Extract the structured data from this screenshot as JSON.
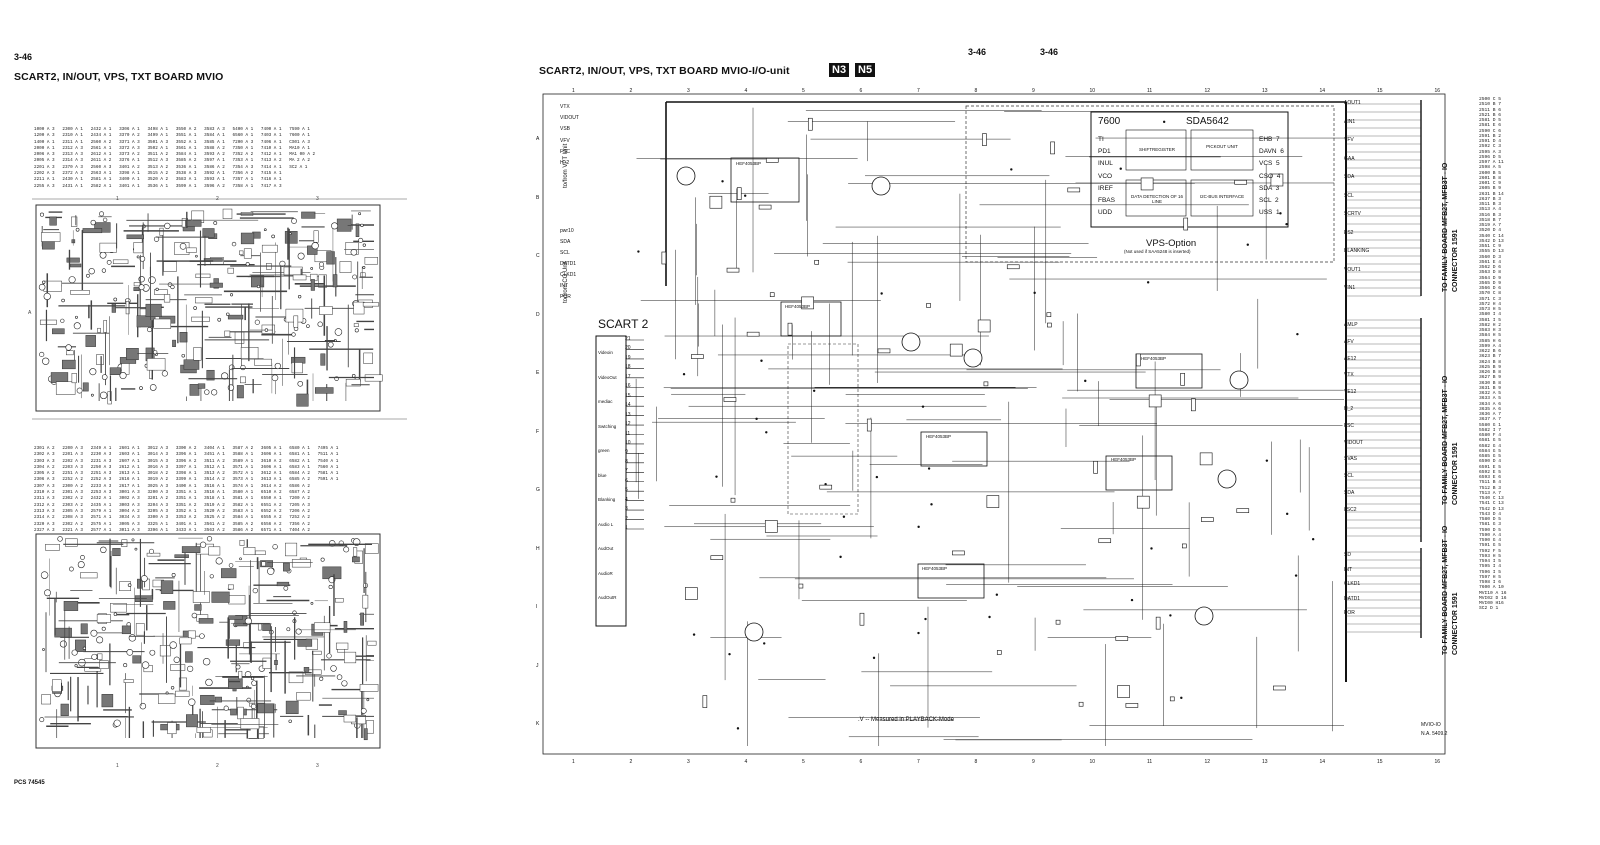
{
  "left_page": {
    "page_no": "3-46",
    "title": "SCART2, IN/OUT, VPS, TXT BOARD   MVIO",
    "footer": "PCS 74545",
    "index_top": [
      "1000 A 3   2300 A 1   2432 A 1   3306 A 1   3498 A 1   3550 A 2   3583 A 3   5400 A 1   7400 A 1   7590 A 1",
      "1200 A 3   2310 A 1   2434 A 1   3370 A 2   3499 A 1   3551 A 1   3584 A 1   6560 A 1   7403 A 1   7600 A 1",
      "1400 A 1   2311 A 1   2560 A 2   3371 A 3   3501 A 3   3552 A 1   3585 A 1   7200 A 3   7406 A 1   CS01 A 3",
      "2000 A 1   2312 A 3   2561 A 1   3372 A 3   3502 A 1   3561 A 1   3588 A 2   7350 A 1   7410 A 1   MA10 A 1",
      "2006 A 3   2313 A 3   2612 A 1   3373 A 2   3511 A 2   3584 A 1   3593 A 2   7352 A 2   7412 A 1   MA1 00 A 2",
      "2005 A 3   2314 A 3   2611 A 2   3376 A 1   3512 A 3   3585 A 2   3597 A 1   7353 A 1   7413 A 2   MA 2 A 2",
      "2201 A 3   2370 A 3   2560 A 3   3401 A 2   3513 A 2   3536 A 1   3586 A 2   7354 A 3   7414 A 1   SC2 A 1",
      "2202 A 3   2372 A 3   2563 A 1   3398 A 1   3515 A 2   3538 A 3   3592 A 1   7356 A 2   7415 A 1",
      "2211 A 1   2430 A 1   2581 A 1   3400 A 1   3520 A 2   3583 A 1   3593 A 1   7357 A 1   7416 A 1",
      "2255 A 3   2431 A 1   2582 A 1   3401 A 1   3536 A 1   3599 A 1   3596 A 2   7358 A 1   7417 A 3"
    ],
    "index_bottom": [
      "2301 A 2   2200 A 3   2349 A 1   2601 A 1   3012 A 3   3300 A 2   3404 A 1   3587 A 2   3605 A 1   6580 A 1   7495 A 1",
      "2302 A 3   2201 A 3   2230 A 3   2603 A 1   3014 A 3   3396 A 1   3451 A 1   3588 A 1   3606 A 1   6581 A 1   7511 A 1",
      "2303 A 3   2202 A 3   2231 A 3   2607 A 1   3015 A 3   3396 A 2   3511 A 2   3589 A 1   3610 A 2   6582 A 1   7540 A 1",
      "2304 A 2   2203 A 3   2250 A 3   2612 A 1   3016 A 3   3397 A 1   3512 A 1   3571 A 1   3606 A 1   6583 A 1   7560 A 1",
      "2305 A 2   2251 A 3   2251 A 3   2613 A 1   3018 A 2   3398 A 1   3513 A 2   3572 A 1   3612 A 1   6584 A 2   7581 A 1",
      "2306 A 3   2252 A 2   2252 A 3   2616 A 1   3019 A 2   3399 A 1   3514 A 2   3573 A 1   3613 A 1   6585 A 2   7591 A 1",
      "2307 A 3   2300 A 2   2233 A 3   2617 A 1   3025 A 3   3400 A 1   3516 A 1   3574 A 1   3614 A 2   6586 A 2",
      "2310 A 2   2301 A 3   2253 A 3   3001 A 3   3200 A 3   3351 A 1   3516 A 1   3580 A 1   6510 A 2   6587 A 2",
      "2311 A 3   2302 A 2   2432 A 1   3002 A 3   3201 A 2   3351 A 1   3518 A 1   3581 A 1   6550 A 1   7200 A 2",
      "2312 A 2   2303 A 2   2435 A 1   3003 A 3   3204 A 3   3351 A 2   3519 A 2   3582 A 1   6551 A 2   7205 A 3",
      "2313 A 3   2305 A 3   2579 A 1   3004 A 2   3205 A 3   3352 A 1   3520 A 2   3583 A 1   6552 A 2   7206 A 2",
      "2314 A 2   2308 A 3   2571 A 1   3034 A 3   3300 A 3   3353 A 2   3525 A 2   3584 A 1   6555 A 2   7252 A 2",
      "2320 A 3   2302 A 2   2575 A 1   3005 A 3   3325 A 1   3401 A 1   3561 A 2   3585 A 2   6556 A 2   7356 A 2",
      "2327 A 3   2321 A 3   2577 A 1   3011 A 3   3396 A 1   3433 A 1   3563 A 2   3586 A 2   6571 A 1   7404 A 2"
    ],
    "pcb_top_cols": [
      "1",
      "2",
      "3"
    ],
    "pcb_bottom_cols": [
      "1",
      "2",
      "3"
    ],
    "pcb_side_label": "A"
  },
  "right_page": {
    "page_no_a": "3-46",
    "page_no_b": "3-46",
    "title": "SCART2, IN/OUT, VPS, TXT BOARD   MVIO-I/O-unit",
    "badge_1": "N3",
    "badge_2": "N5",
    "grid_cols": [
      "1",
      "2",
      "3",
      "4",
      "5",
      "6",
      "7",
      "8",
      "9",
      "10",
      "11",
      "12",
      "13",
      "14",
      "15",
      "16"
    ],
    "grid_rows": [
      "A",
      "B",
      "C",
      "D",
      "E",
      "F",
      "G",
      "H",
      "I",
      "J",
      "K"
    ],
    "footnote": ".V -- Measured in PLAYBACK-Mode",
    "drawing_id_1": "MVIO-IO",
    "drawing_id_2": "N.A. 5409.2",
    "left_signals": [
      "VTX",
      "VIDOUT",
      "VSB",
      "VFV",
      "FSC",
      "H_2",
      "pwr10",
      "SDA",
      "SCL",
      "DATD1",
      "CLKD1",
      "INT",
      "POR"
    ],
    "left_group_1": "to/from VPT Unit",
    "left_group_2": "to/from CO Unit",
    "scart_label": "SCART 2",
    "scart_pins": [
      "21",
      "20",
      "19",
      "18",
      "17",
      "16",
      "15",
      "14",
      "13",
      "12",
      "11",
      "10",
      "9",
      "8",
      "7",
      "6",
      "5",
      "4",
      "3",
      "2",
      "1"
    ],
    "scart_signals": [
      "Videoin",
      "VideoOut",
      "mediac",
      "Swtching",
      "green",
      "blue",
      "Blanking",
      "Audio L",
      "AudOut",
      "AudioR",
      "AudOutR"
    ],
    "vps_chip": "7600",
    "vps_ic": "SDA5642",
    "vps_pins_left": [
      "TI",
      "PD1",
      "INUL",
      "VCO",
      "IREF",
      "FBAS",
      "UDD"
    ],
    "vps_pins_right": [
      "EHB",
      "DAVN",
      "VCS",
      "CSO",
      "SDA",
      "SCL",
      "USS"
    ],
    "vps_pin_nums_right": [
      "7",
      "6",
      "5",
      "4",
      "3",
      "2",
      "1"
    ],
    "vps_blocks": [
      "SHIFTREGISTER",
      "PICKOUT UNIT",
      "DATA DETECTION OF 16 LINE",
      "I2C-BUS INTERFACE"
    ],
    "vps_title": "VPS-Option",
    "vps_note": "(Not used if SAA5248 is inserted)",
    "ic_labels": [
      "HEF4053BP",
      "HEF4053BP",
      "HEF4053BP",
      "HEF4053BP",
      "HEF4053BP",
      "HEF4053BP"
    ],
    "right_signals_1": [
      "AOUT1",
      "AIN1",
      "VFV",
      "GAA",
      "SDA",
      "SCL",
      "SCRTV",
      "ES2",
      "BLANKING",
      "VOUT1",
      "VIN1"
    ],
    "right_signals_2": [
      "AMLP",
      "AFV",
      "AE12",
      "VTX",
      "VE12",
      "H_2",
      "FSC",
      "VIDOUT",
      "SVAS",
      "SCL",
      "SDA",
      "8SC2"
    ],
    "right_signals_3": [
      "SD",
      "INT",
      "CLKD1",
      "DATD1",
      "POR"
    ],
    "connector_1": "TO FAMILY BOARD MFB2T, MFB3T - IO",
    "connector_1b": "CONNECTOR 1591",
    "connector_2": "TO FAMILY BOARD MFB2T, MFB3T - IO",
    "connector_2b": "CONNECTOR 1591",
    "connector_3": "TO FAMILY BOARD MFB2T, MFB3T - IO",
    "connector_3b": "CONNECTOR 1591",
    "side_index": [
      "2500 C 5",
      "2510 B 7",
      "2511 B 6",
      "2521 B 6",
      "2581 D 5",
      "2581 E 6",
      "2590 C 6",
      "2591 B 2",
      "2591 D 4",
      "2592 C 3",
      "2595 A 3",
      "2596 D 5",
      "2597 A 11",
      "2598 A 5",
      "2600 B 5",
      "2601 B 8",
      "2601 C 9",
      "2605 B 9",
      "2631 B 14",
      "2637 B 3",
      "3511 B 3",
      "3513 A 4",
      "3516 B 3",
      "3518 B 7",
      "3519 A 7",
      "3520 D 4",
      "3540 C 14",
      "3542 D 13",
      "3551 C 9",
      "3555 D 13",
      "3560 D 3",
      "3561 E 4",
      "3562 D 6",
      "3563 D 8",
      "3564 D 9",
      "3565 D 9",
      "3566 D 6",
      "3570 C 8",
      "3571 C 3",
      "3572 H 4",
      "3573 H 5",
      "3580 I 4",
      "3581 I 5",
      "3582 H 2",
      "3583 H 3",
      "3584 H 5",
      "3585 H 6",
      "3599 A 4",
      "3622 B 6",
      "3623 B 7",
      "3624 B 8",
      "3625 B 9",
      "3626 B 8",
      "3627 B 9",
      "3630 B 8",
      "3631 B 9",
      "3632 A 5",
      "3633 A 5",
      "3634 A 6",
      "3635 A 6",
      "3636 A 7",
      "3637 A 7",
      "5580 G 1",
      "5582 I 7",
      "6580 F 4",
      "6581 G 5",
      "6582 G 4",
      "6584 G 5",
      "6585 G 5",
      "6590 D 4",
      "6591 E 5",
      "6592 E 5",
      "6593 E 6",
      "7511 B 4",
      "7512 B 3",
      "7513 A 7",
      "7540 C 13",
      "7541 C 13",
      "7542 D 13",
      "7543 D 4",
      "7580 D 5",
      "7581 G 3",
      "7590 D 5",
      "7590 A 4",
      "7590 G 4",
      "7591 G 5",
      "7592 F 5",
      "7593 H 5",
      "7594 I 5",
      "7595 I 4",
      "7596 I 5",
      "7597 H 5",
      "7598 I 6",
      "7600 A 10",
      "MVI10 A 16",
      "MVI02 D 16",
      "MVI00 H16",
      "SC2 D 1"
    ]
  }
}
